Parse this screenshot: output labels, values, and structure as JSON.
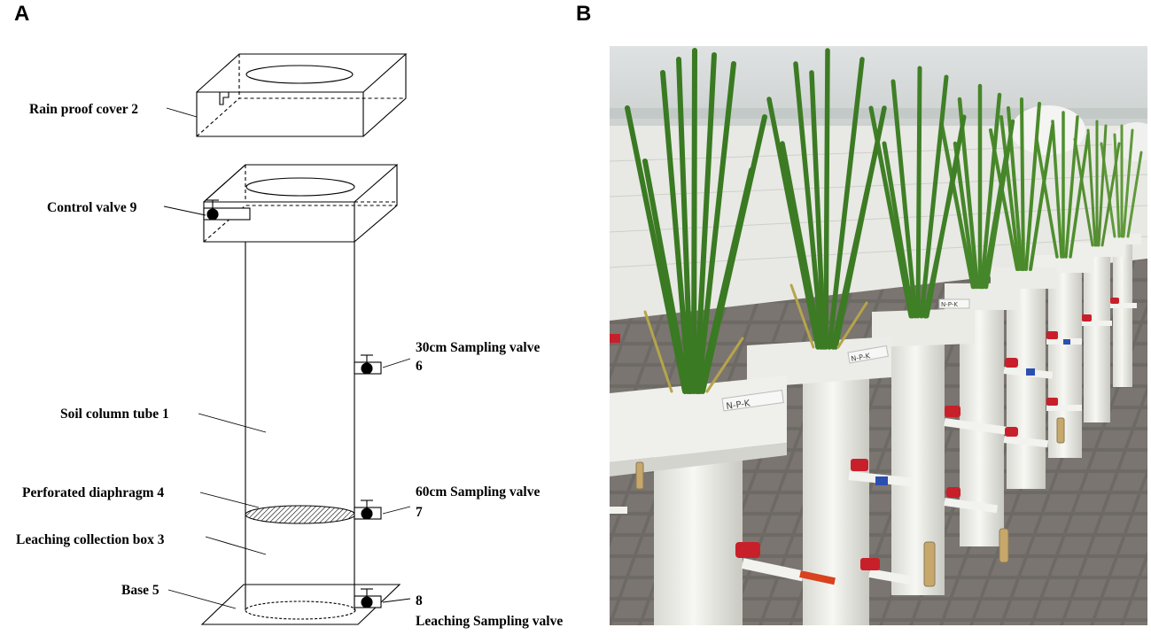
{
  "panels": {
    "a": "A",
    "b": "B"
  },
  "labels": {
    "rain_cover": "Rain proof cover 2",
    "control_valve": "Control valve 9",
    "valve_30cm": "30cm Sampling valve",
    "valve_30cm_num": "6",
    "soil_tube": "Soil column tube 1",
    "diaphragm": "Perforated diaphragm 4",
    "valve_60cm": "60cm Sampling valve",
    "valve_60cm_num": "7",
    "collection_box": "Leaching collection box 3",
    "base": "Base 5",
    "leach_valve_num": "8",
    "leach_valve": "Leaching Sampling valve"
  },
  "photo": {
    "column_tag": "N-P-K"
  },
  "colors": {
    "line": "#000000",
    "valve_red": "#c8202a",
    "pipe_white": "#f2f2ef",
    "rice_green": "#4f8f2e",
    "sky": "#d9dcdc",
    "floor": "#6f6b66"
  }
}
